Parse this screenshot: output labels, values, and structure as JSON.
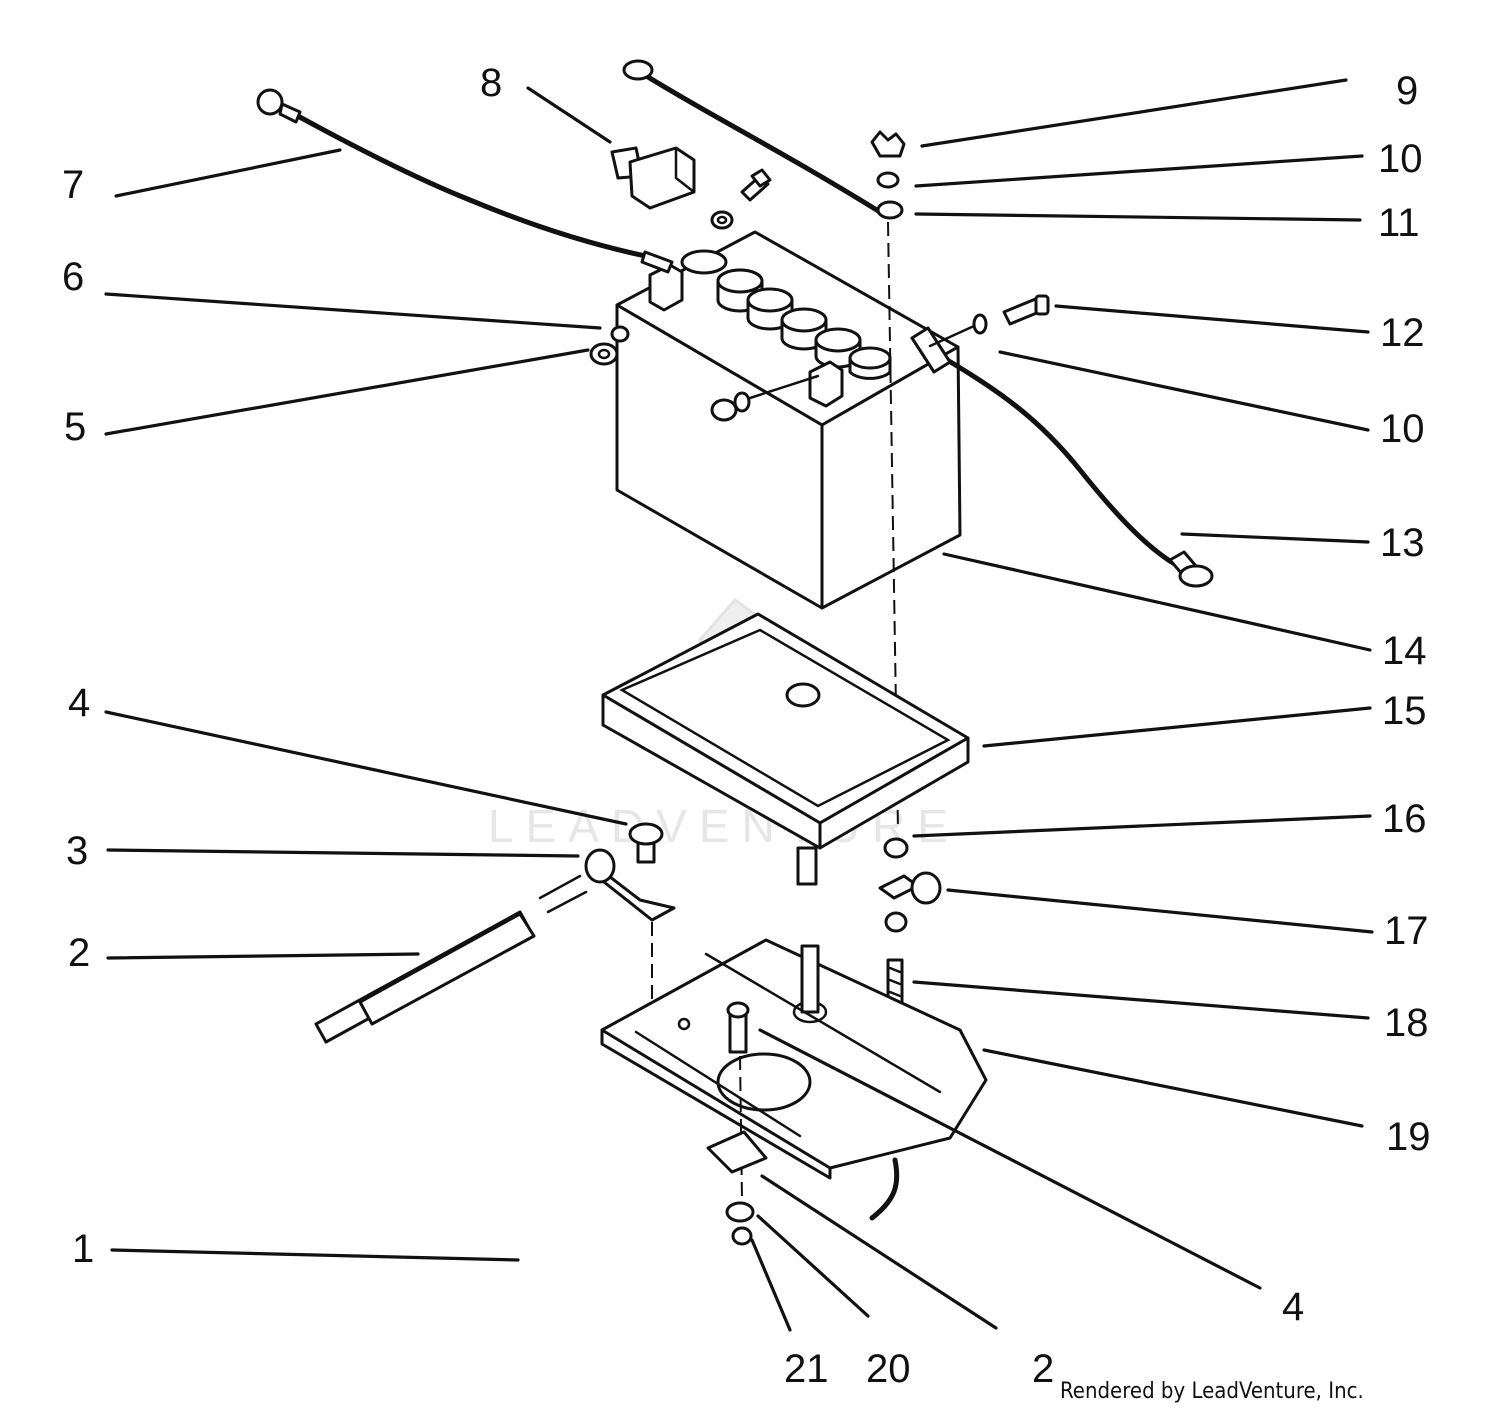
{
  "diagram": {
    "callouts": [
      {
        "id": "c1",
        "label": "1"
      },
      {
        "id": "c2a",
        "label": "2"
      },
      {
        "id": "c2b",
        "label": "2"
      },
      {
        "id": "c3",
        "label": "3"
      },
      {
        "id": "c4a",
        "label": "4"
      },
      {
        "id": "c4b",
        "label": "4"
      },
      {
        "id": "c5",
        "label": "5"
      },
      {
        "id": "c6",
        "label": "6"
      },
      {
        "id": "c7",
        "label": "7"
      },
      {
        "id": "c8",
        "label": "8"
      },
      {
        "id": "c9",
        "label": "9"
      },
      {
        "id": "c10a",
        "label": "10"
      },
      {
        "id": "c10b",
        "label": "10"
      },
      {
        "id": "c11",
        "label": "11"
      },
      {
        "id": "c12",
        "label": "12"
      },
      {
        "id": "c13",
        "label": "13"
      },
      {
        "id": "c14",
        "label": "14"
      },
      {
        "id": "c15",
        "label": "15"
      },
      {
        "id": "c16",
        "label": "16"
      },
      {
        "id": "c17",
        "label": "17"
      },
      {
        "id": "c18",
        "label": "18"
      },
      {
        "id": "c19",
        "label": "19"
      },
      {
        "id": "c20",
        "label": "20"
      },
      {
        "id": "c21",
        "label": "21"
      }
    ],
    "watermark": "LEADVENTURE",
    "footer": "Rendered by LeadVenture, Inc."
  },
  "colors": {
    "line": "#111111",
    "background": "#ffffff",
    "watermark": "#e6e6e6"
  }
}
